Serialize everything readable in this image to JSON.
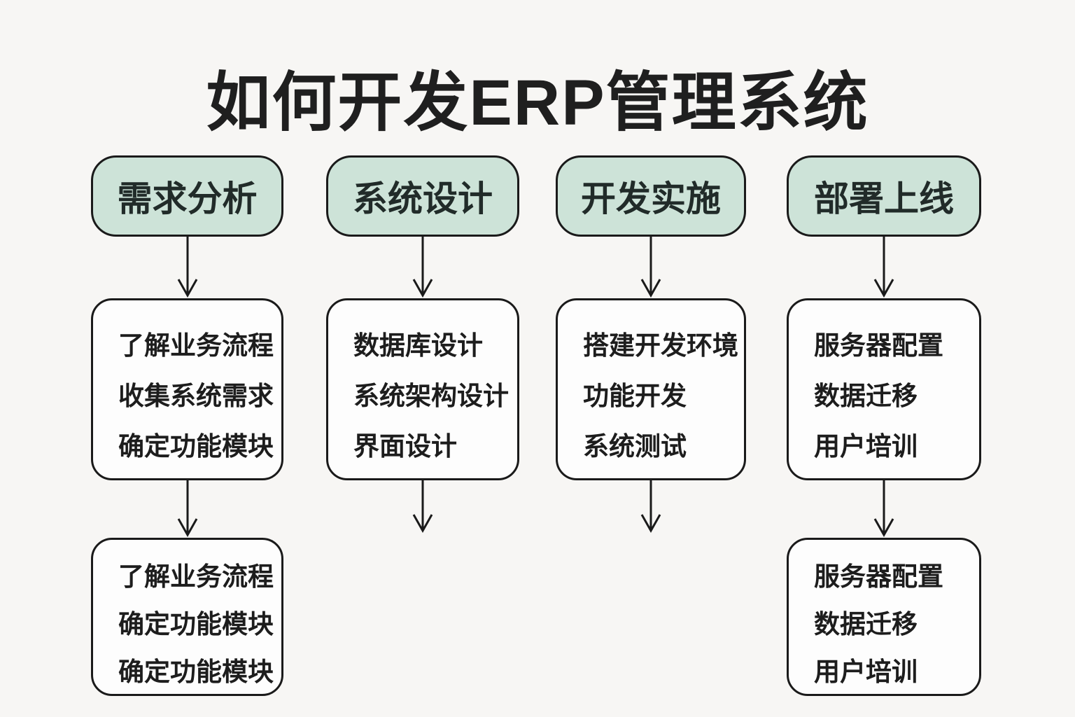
{
  "title": "如何开发ERP管理系统",
  "colors": {
    "background": "#f7f6f4",
    "header_fill": "#cde3d8",
    "box_fill": "#fdfdfd",
    "line": "#1a1a1a",
    "text": "#1d1d1d"
  },
  "columns": [
    {
      "header": "需求分析",
      "boxes": [
        {
          "lines": [
            "了解业务流程",
            "收集系统需求",
            "确定功能模块"
          ]
        },
        {
          "lines": [
            "了解业务流程",
            "确定功能模块",
            "确定功能模块"
          ]
        }
      ]
    },
    {
      "header": "系统设计",
      "boxes": [
        {
          "lines": [
            "数据库设计",
            "系统架构设计",
            "界面设计"
          ]
        }
      ]
    },
    {
      "header": "开发实施",
      "boxes": [
        {
          "lines": [
            "搭建开发环境",
            "功能开发",
            "系统测试"
          ]
        }
      ]
    },
    {
      "header": "部署上线",
      "boxes": [
        {
          "lines": [
            "服务器配置",
            "数据迁移",
            "用户培训"
          ]
        },
        {
          "lines": [
            "服务器配置",
            "数据迁移",
            "用户培训"
          ]
        }
      ]
    }
  ]
}
